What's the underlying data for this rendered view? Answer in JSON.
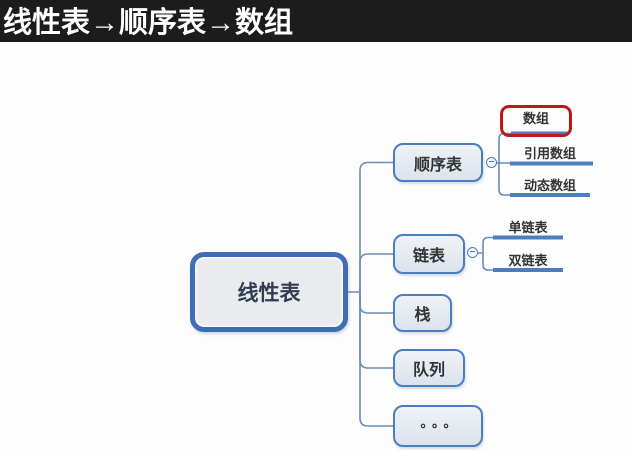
{
  "header": {
    "title": "线性表→顺序表→数组"
  },
  "mindmap": {
    "root": {
      "label": "线性表"
    },
    "branches": [
      {
        "label": "顺序表",
        "collapse_glyph": "−",
        "children": [
          {
            "label": "数组",
            "highlighted": true
          },
          {
            "label": "引用数组"
          },
          {
            "label": "动态数组"
          }
        ]
      },
      {
        "label": "链表",
        "collapse_glyph": "−",
        "children": [
          {
            "label": "单链表"
          },
          {
            "label": "双链表"
          }
        ]
      },
      {
        "label": "栈"
      },
      {
        "label": "队列"
      },
      {
        "label": "。。。"
      }
    ]
  },
  "colors": {
    "titlebar_bg": "#1c1c1c",
    "titlebar_text": "#ffffff",
    "canvas_bg": "#fdfdfd",
    "node_border": "#4a7ebf",
    "root_border": "#3e6cb5",
    "node_fill_top": "#eff2f6",
    "node_fill_bottom": "#dce3ec",
    "root_fill": "#e9ebee",
    "node_text": "#333333",
    "root_text": "#2f3e52",
    "branch_line": "#6b8cba",
    "underline": "#4a7ec0",
    "highlight_red": "#c01818"
  }
}
